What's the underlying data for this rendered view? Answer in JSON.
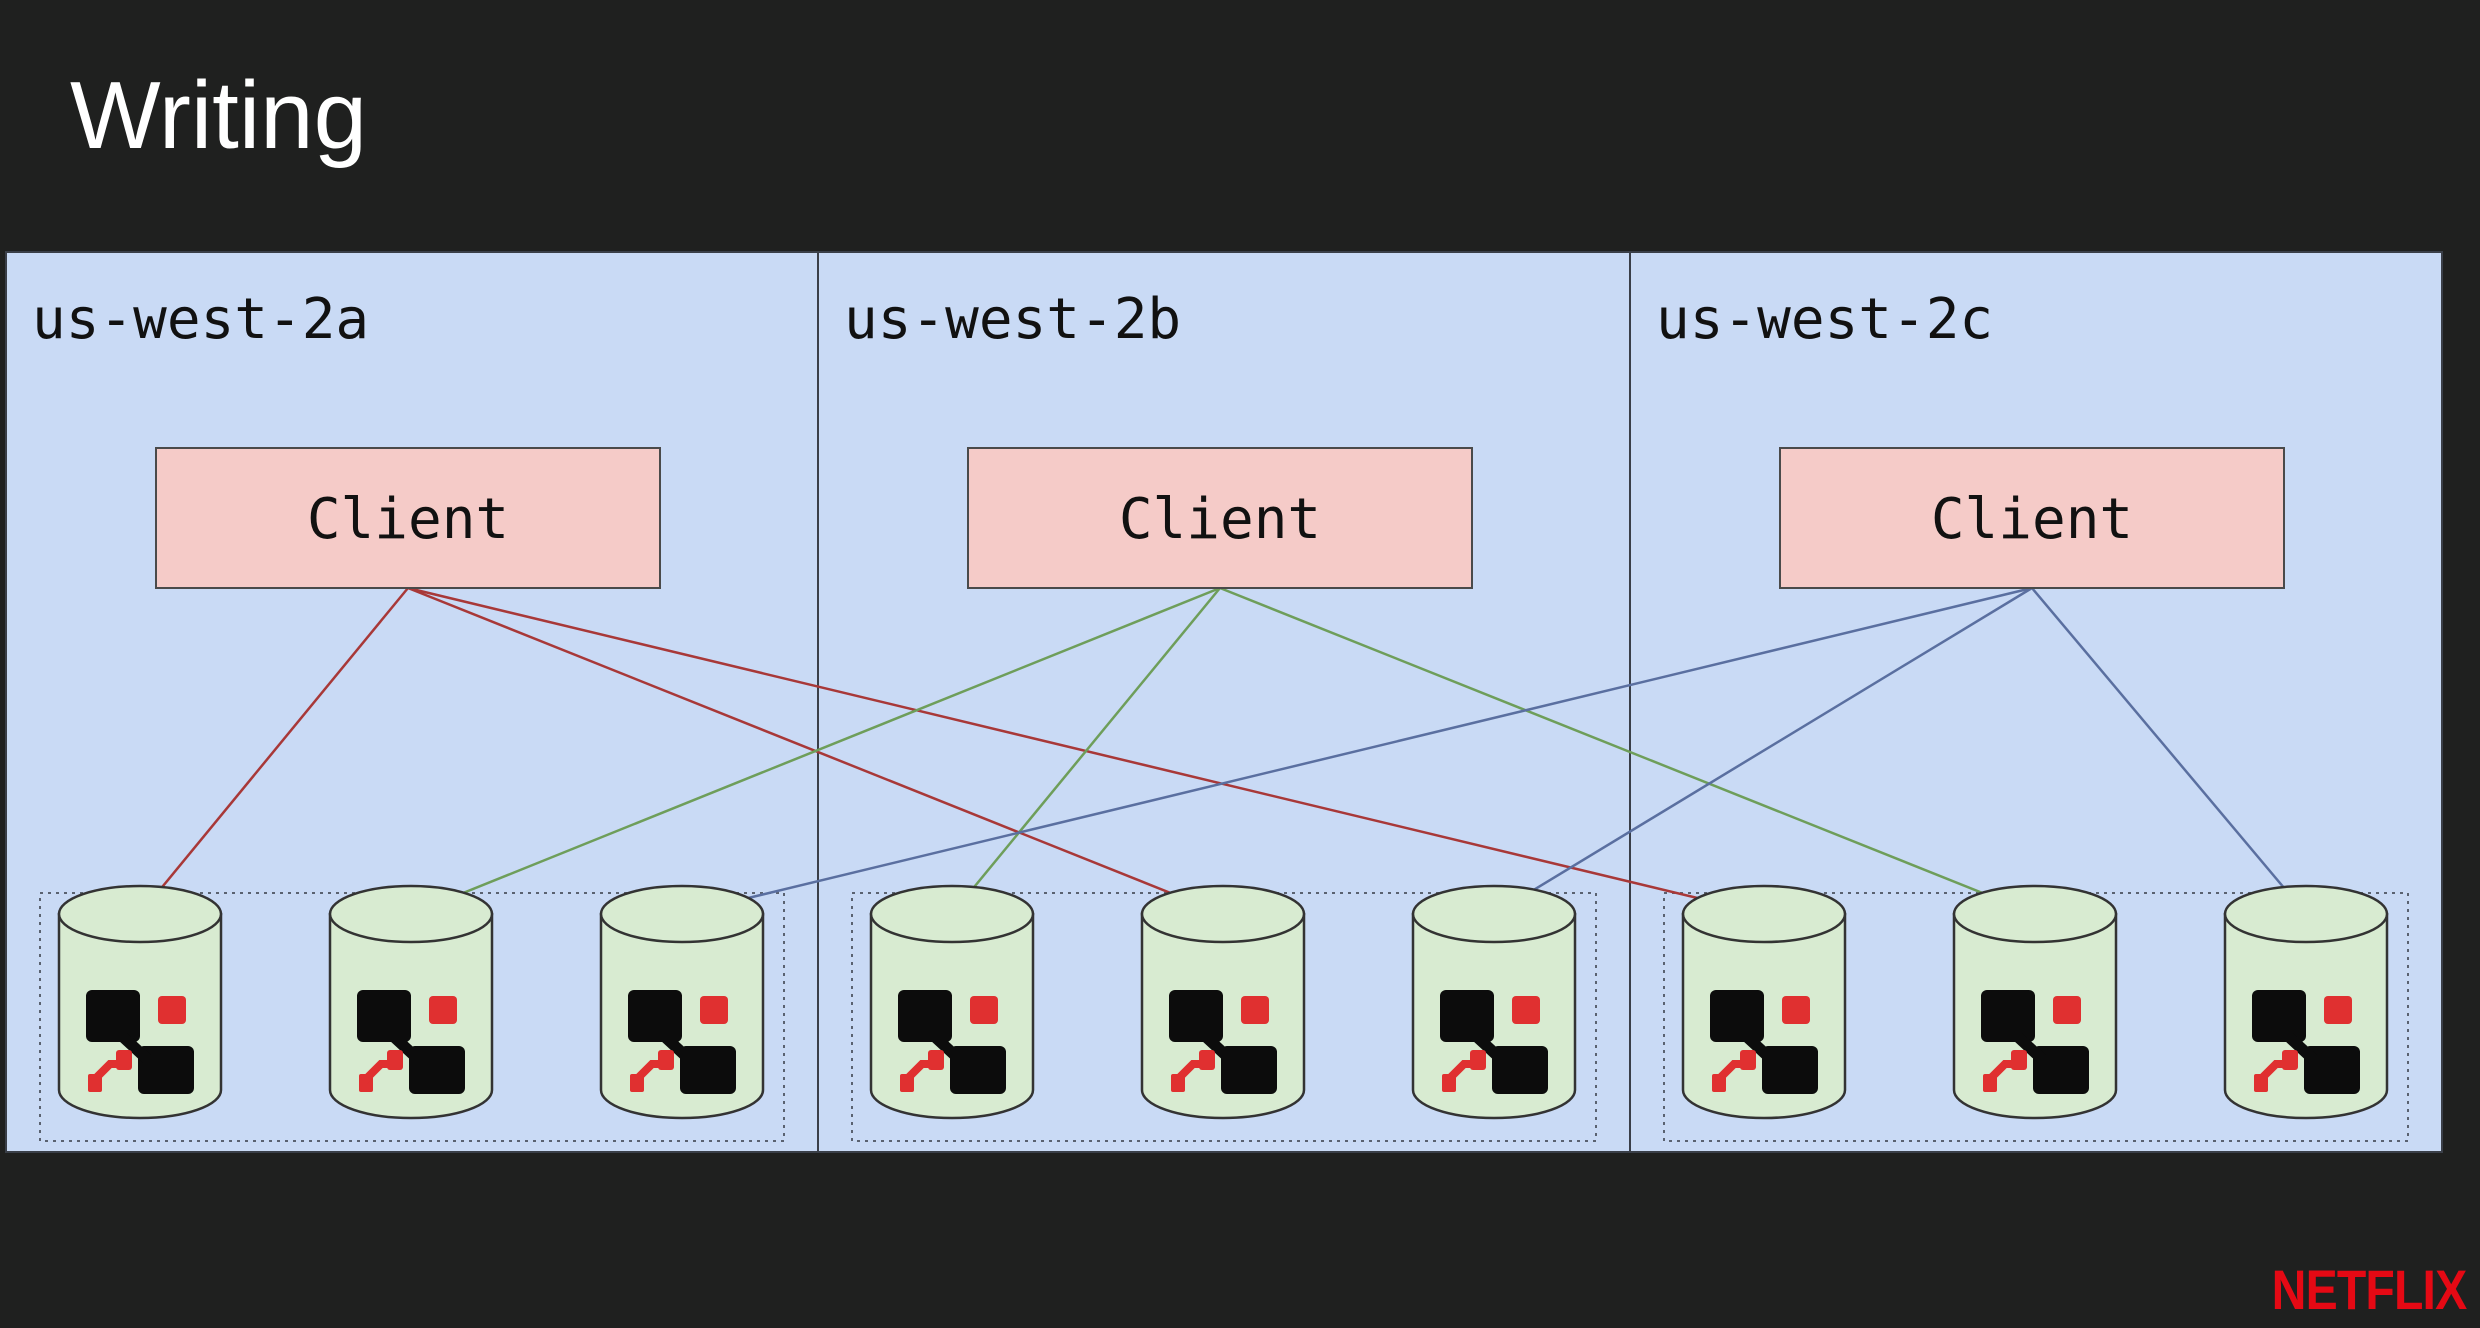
{
  "title": "Writing",
  "zones": [
    {
      "label": "us-west-2a",
      "client_label": "Client",
      "line_color": "#a83838"
    },
    {
      "label": "us-west-2b",
      "client_label": "Client",
      "line_color": "#6e9e5a"
    },
    {
      "label": "us-west-2c",
      "client_label": "Client",
      "line_color": "#5a6fa0"
    }
  ],
  "logo_text": "NETFLIX",
  "colors": {
    "background": "#1f201f",
    "zone_fill": "#c9daf5",
    "client_fill": "#f5cbc8",
    "cylinder_fill": "#d8ebd1",
    "node_icon_red": "#e03030",
    "netflix_red": "#e50914"
  },
  "connections": [
    {
      "client": 0,
      "nodes": [
        0,
        4,
        6
      ]
    },
    {
      "client": 1,
      "nodes": [
        1,
        3,
        7
      ]
    },
    {
      "client": 2,
      "nodes": [
        2,
        5,
        8
      ]
    }
  ],
  "node_icon": "cassandra-node-icon"
}
